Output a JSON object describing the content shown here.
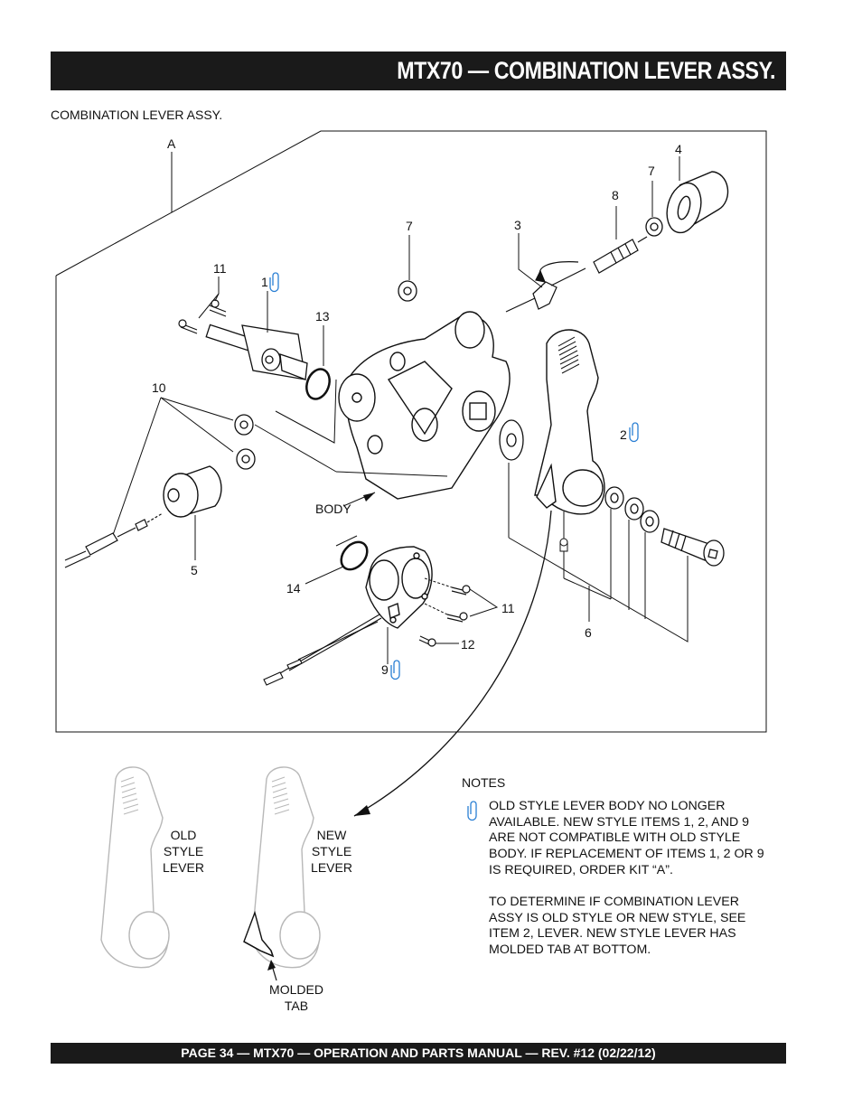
{
  "header": {
    "title": "MTX70 — COMBINATION LEVER  ASSY."
  },
  "section_label": "COMBINATION LEVER ASSY.",
  "callouts": {
    "kit": "A",
    "c1": "1",
    "c2": "2",
    "c3": "3",
    "c4": "4",
    "c5": "5",
    "c6": "6",
    "c7a": "7",
    "c7b": "7",
    "c8": "8",
    "c9": "9",
    "c10": "10",
    "c11a": "11",
    "c11b": "11",
    "c12": "12",
    "c13": "13",
    "c14": "14",
    "body": "BODY"
  },
  "levers": {
    "old": "OLD\nSTYLE\nLEVER",
    "new": "NEW\nSTYLE\nLEVER",
    "tab": "MOLDED\nTAB"
  },
  "notes": {
    "heading": "NOTES",
    "paragraph1": "OLD STYLE LEVER BODY NO LONGER AVAILABLE. NEW STYLE ITEMS 1, 2, AND 9 ARE NOT COMPATIBLE WITH OLD STYLE BODY. IF REPLACEMENT OF ITEMS 1, 2 OR 9 IS REQUIRED, ORDER KIT “A”.",
    "paragraph2": "TO DETERMINE IF COMBINATION LEVER ASSY IS OLD STYLE OR NEW STYLE, SEE ITEM 2, LEVER. NEW STYLE LEVER HAS MOLDED TAB AT BOTTOM."
  },
  "footer": {
    "text": "PAGE 34 — MTX70 — OPERATION AND PARTS MANUAL — REV. #12 (02/22/12)"
  },
  "icons": {
    "note_marker": "paperclip-icon"
  },
  "colors": {
    "bar": "#1a1a1a",
    "clip": "#2a7fd4",
    "lever_outline": "#b8b8b8"
  }
}
